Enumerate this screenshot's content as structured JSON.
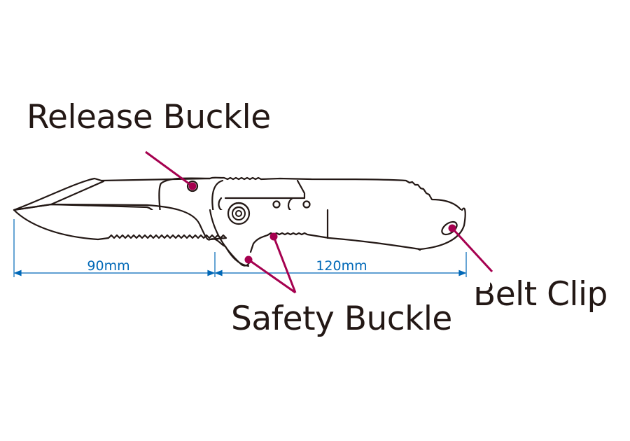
{
  "labels": {
    "release_buckle": "Release Buckle",
    "safety_buckle": "Safety Buckle",
    "belt_clip": "Belt Clip"
  },
  "dimensions": {
    "blade_length": "90mm",
    "handle_length": "120mm"
  },
  "colors": {
    "callout": "#a5004f",
    "dimension": "#0068b7",
    "outline": "#231815"
  }
}
